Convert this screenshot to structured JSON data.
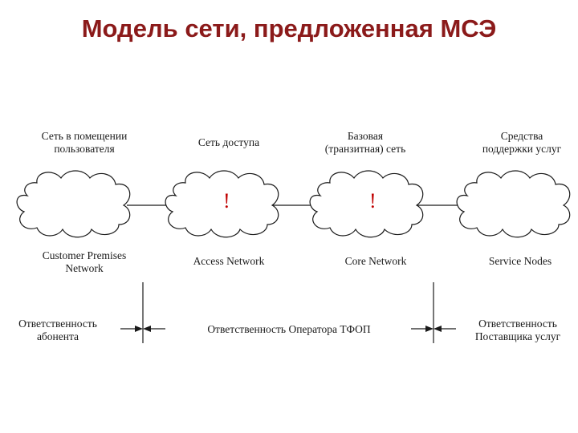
{
  "title": "Модель сети, предложенная МСЭ",
  "top_labels": [
    "Сеть в помещении\nпользователя",
    "Сеть доступа",
    "Базовая\n(транзитная) сеть",
    "Средства\nподдержки услуг"
  ],
  "bottom_labels": [
    "Customer Premises\nNetwork",
    "Access Network",
    "Core Network",
    "Service Nodes"
  ],
  "responsibility": {
    "subscriber": "Ответственность\nабонента",
    "operator": "Ответственность Оператора ТФОП",
    "provider": "Ответственность\nПоставщика услуг"
  },
  "marks": [
    "!",
    "!"
  ],
  "colors": {
    "title": "#8b1a1a",
    "mark": "#c00000",
    "line": "#1a1a1a"
  }
}
